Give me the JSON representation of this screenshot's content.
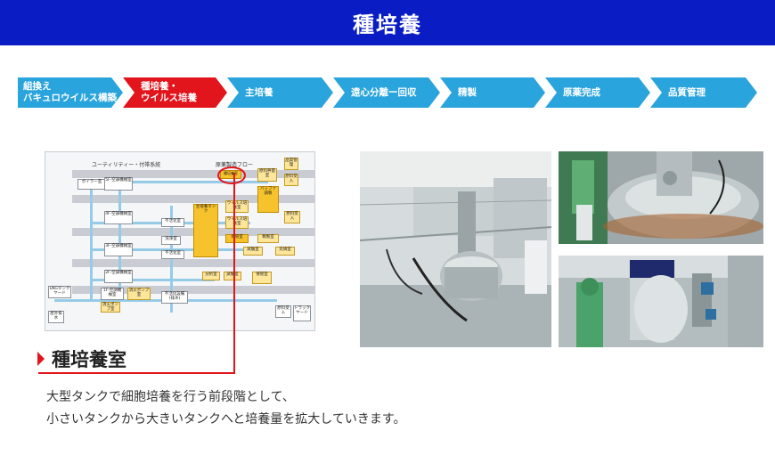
{
  "header": {
    "title": "種培養"
  },
  "steps": [
    {
      "line1": "組換え",
      "line2": "バキュロウイルス構築"
    },
    {
      "line1": "種培養・",
      "line2": "ウイルス培養"
    },
    {
      "line1": "主培養",
      "line2": ""
    },
    {
      "line1": "遠心分離ー回収",
      "line2": ""
    },
    {
      "line1": "精製",
      "line2": ""
    },
    {
      "line1": "原薬完成",
      "line2": ""
    },
    {
      "line1": "品質管理",
      "line2": ""
    }
  ],
  "colors": {
    "header": "#0a1cc4",
    "step": "#2aa4dc",
    "active_step": "#e2141c",
    "accent": "#e2141c"
  },
  "diagram": {
    "title_left": "ユーティリティー・付帯系統",
    "title_right": "原薬製造フロー",
    "floors": [
      "5F",
      "4F",
      "3F",
      "2F",
      "1F"
    ],
    "boxes": {
      "seed_room": "種培養室",
      "main_tank": "主培養タンク",
      "virus_tank": "ウイルス培養室",
      "buffer": "バッファ調製",
      "material": "原料秤量室",
      "boiler": "ボイラー室",
      "mech5": "5F-空調機械室",
      "mech4": "4F-空調機械室",
      "mech3": "3F-空調機械室",
      "mech2": "2F-空調機械室",
      "mech1": "1F-空調機械室",
      "lng": "LNGタンクヤード",
      "inert": "不活化室",
      "wash": "洗浄室",
      "purify": "精製室",
      "fill": "充填室",
      "store": "保管室",
      "truck": "トラックヤード",
      "fire": "消火ポンプ室",
      "water": "不活化設備(排水)",
      "analysis": "分析室",
      "test": "試験室",
      "receive": "原料受入",
      "qa": "品質管理",
      "pool": "屋外排水"
    }
  },
  "section": {
    "title": "種培養室",
    "desc_line1": "大型タンクで細胞培養を行う前段階として、",
    "desc_line2": "小さいタンクから大きいタンクへと培養量を拡大していきます。"
  }
}
